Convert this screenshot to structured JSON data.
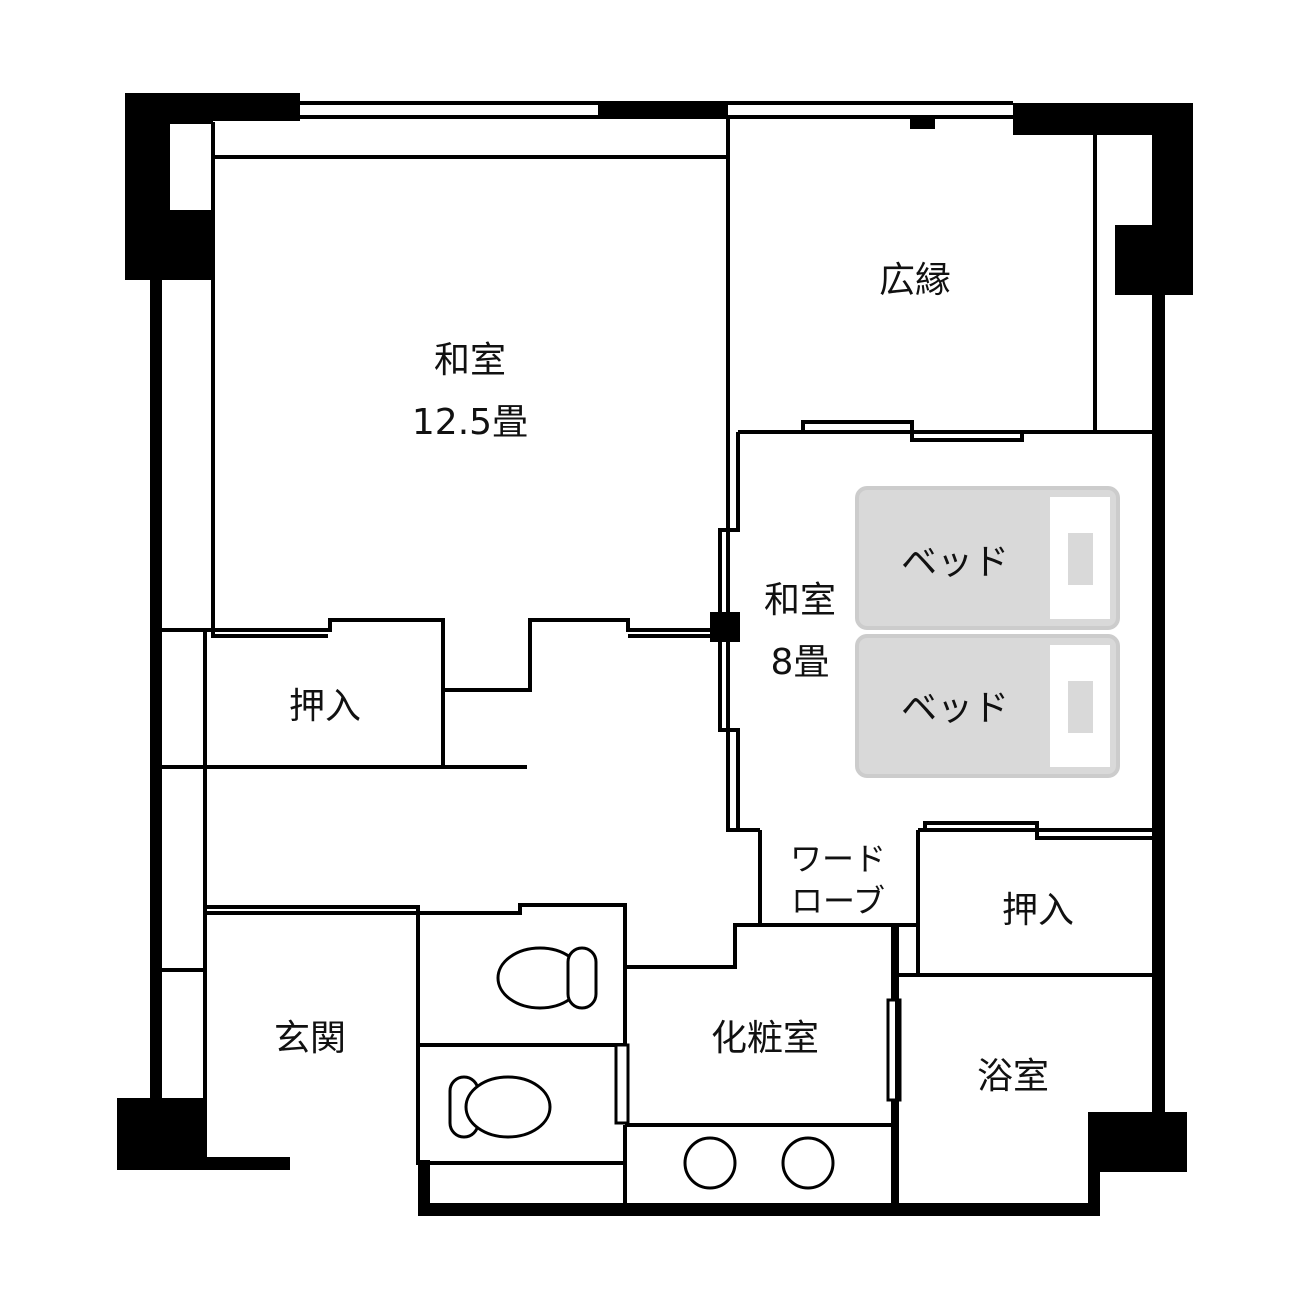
{
  "rooms": {
    "engawa": {
      "label": "広縁"
    },
    "washitsu_large": {
      "label": "和室",
      "size": "12.5畳"
    },
    "washitsu_small": {
      "label": "和室",
      "size": "8畳"
    },
    "bed_1": {
      "label": "ベッド"
    },
    "bed_2": {
      "label": "ベッド"
    },
    "closet_left": {
      "label": "押入"
    },
    "closet_right": {
      "label": "押入"
    },
    "wardrobe": {
      "line1": "ワード",
      "line2": "ローブ"
    },
    "entrance": {
      "label": "玄関"
    },
    "powder_room": {
      "label": "化粧室"
    },
    "bathroom": {
      "label": "浴室"
    }
  },
  "colors": {
    "wall": "#000000",
    "bed": "#d9d9d9",
    "bed_border": "#cccccc"
  }
}
